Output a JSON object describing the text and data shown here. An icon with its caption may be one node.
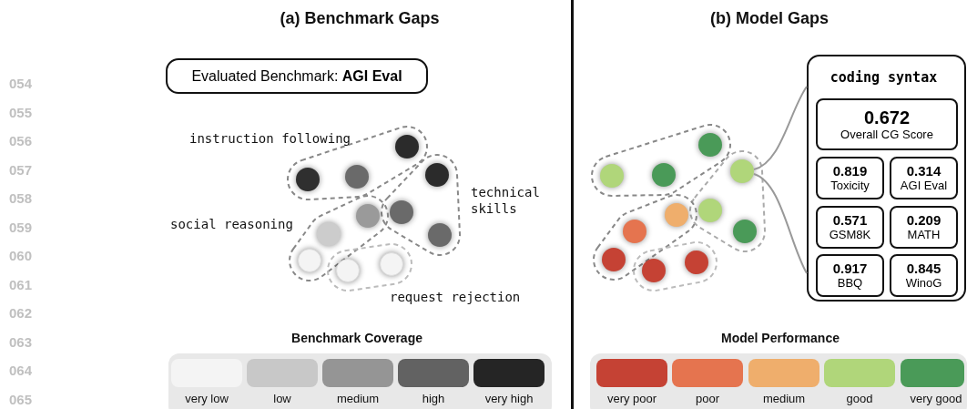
{
  "diagram": {
    "nodes": [
      {
        "text": [
          "Evaluated Benchmark: **AGI Eval**"
        ]
      },
      {
        "text": [
          "instruction following"
        ]
      },
      {
        "text": [],
        "shape": "circle",
        "in": 1
      },
      {
        "text": [],
        "shape": "circle",
        "in": 1
      },
      {
        "text": [],
        "shape": "circle",
        "in": 1
      },
      {
        "text": [
          "technical skills"
        ]
      },
      {
        "text": [],
        "shape": "circle",
        "in": 5
      },
      {
        "text": [],
        "shape": "circle",
        "in": 5
      },
      {
        "text": [],
        "shape": "circle",
        "in": 5
      },
      {
        "text": [
          "social reasoning"
        ]
      },
      {
        "text": [],
        "shape": "circle",
        "in": 9
      },
      {
        "text": [],
        "shape": "circle",
        "in": 9
      },
      {
        "text": [],
        "shape": "circle",
        "in": 9
      },
      {
        "text": [
          "request rejection"
        ]
      },
      {
        "text": [],
        "shape": "circle",
        "in": 13
      },
      {
        "text": [],
        "shape": "circle",
        "in": 13
      },
      {
        "text": [],
        "shape": "blob"
      },
      {
        "text": [],
        "shape": "circle",
        "in": 16
      },
      {
        "text": [],
        "shape": "circle",
        "in": 16
      },
      {
        "text": [],
        "shape": "circle",
        "in": 16
      },
      {
        "text": [],
        "shape": "blob"
      },
      {
        "text": [],
        "shape": "circle",
        "in": 20
      },
      {
        "text": [],
        "shape": "circle",
        "in": 20
      },
      {
        "text": [],
        "shape": "circle",
        "in": 20
      },
      {
        "text": [],
        "shape": "blob"
      },
      {
        "text": [],
        "shape": "circle",
        "in": 24
      },
      {
        "text": [],
        "shape": "circle",
        "in": 24
      },
      {
        "text": [],
        "shape": "circle",
        "in": 24
      },
      {
        "text": [],
        "shape": "blob"
      },
      {
        "text": [],
        "shape": "circle",
        "in": 28
      },
      {
        "text": [],
        "shape": "circle",
        "in": 28
      },
      {
        "text": [
          "coding syntax"
        ]
      },
      {
        "text": [
          "0.672",
          "Overall CG Score"
        ],
        "in": 31
      },
      {
        "text": [
          "0.819",
          "Toxicity"
        ],
        "in": 31
      },
      {
        "text": [
          "0.314",
          "AGI Eval"
        ],
        "in": 31
      },
      {
        "text": [
          "0.571",
          "GSM8K"
        ],
        "in": 31
      },
      {
        "text": [
          "0.209",
          "MATH"
        ],
        "in": 31
      },
      {
        "text": [
          "0.917",
          "BBQ"
        ],
        "in": 31
      },
      {
        "text": [
          "0.845",
          "WinoG"
        ],
        "in": 31
      }
    ],
    "edges": [
      {
        "from": 21,
        "to": 31,
        "arrow": "none"
      },
      {
        "from": 21,
        "to": 31,
        "arrow": "none"
      }
    ],
    "labels": [
      "(a) Benchmark Gaps",
      "(b) Model Gaps",
      "054",
      "055",
      "056",
      "057",
      "058",
      "059",
      "060",
      "061",
      "062",
      "063",
      "064",
      "065",
      "Benchmark Coverage",
      "Model Performance"
    ],
    "legend": [
      {
        "text": "very low",
        "color": "#f4f4f4"
      },
      {
        "text": "low",
        "color": "#c8c8c8"
      },
      {
        "text": "medium",
        "color": "#959595"
      },
      {
        "text": "high",
        "color": "#626262"
      },
      {
        "text": "very high",
        "color": "#252525"
      },
      {
        "text": "very poor",
        "color": "#c54234"
      },
      {
        "text": "poor",
        "color": "#e5744f"
      },
      {
        "text": "medium",
        "color": "#efae6c"
      },
      {
        "text": "good",
        "color": "#b0d67a"
      },
      {
        "text": "very good",
        "color": "#4a9a58"
      }
    ]
  }
}
